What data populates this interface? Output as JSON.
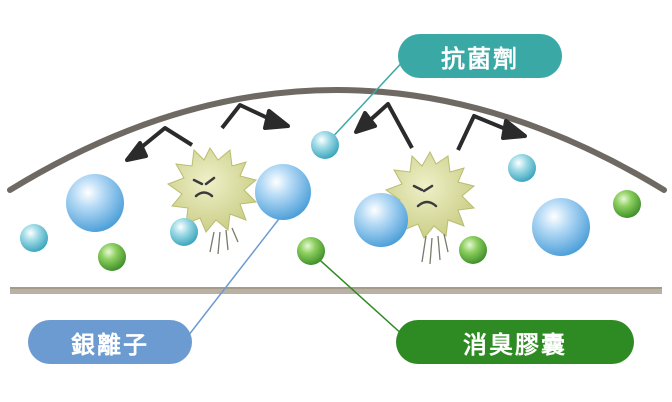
{
  "labels": {
    "antibacterial": "抗菌劑",
    "silver_ion": "銀離子",
    "deodorant_capsule": "消臭膠囊"
  },
  "colors": {
    "antibacterial": "#3aa9a6",
    "silver_ion": "#6c9bd2",
    "deodorant_capsule": "#2e8a22",
    "fabric_line": "#b9b1a4",
    "arc": "#6f6963",
    "arrow": "#2b2b2b",
    "germ": "#d8dca0"
  }
}
